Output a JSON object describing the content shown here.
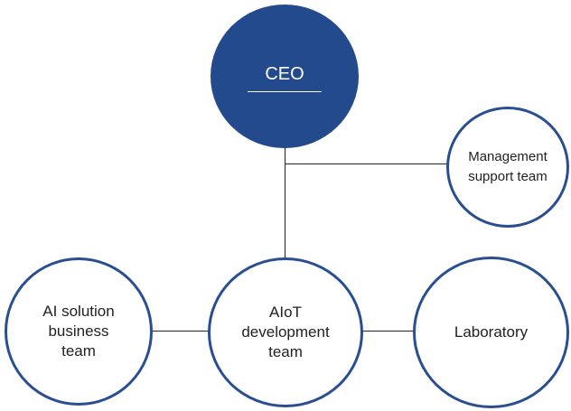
{
  "diagram": {
    "nodes": {
      "ceo": {
        "label": "CEO"
      },
      "management_support": {
        "label": "Management\nsupport team"
      },
      "ai_solution": {
        "label": "AI solution\nbusiness\nteam"
      },
      "aiot_development": {
        "label": "AIoT\ndevelopment\nteam"
      },
      "laboratory": {
        "label": "Laboratory"
      }
    },
    "edges": [
      {
        "from": "ceo",
        "to": "management_support"
      },
      {
        "from": "ceo",
        "to": "aiot_development"
      },
      {
        "from": "ai_solution",
        "to": "aiot_development"
      },
      {
        "from": "aiot_development",
        "to": "laboratory"
      }
    ],
    "colors": {
      "ceo_fill": "#244a8e",
      "node_border": "#2a4f91",
      "line": "#222222"
    }
  }
}
